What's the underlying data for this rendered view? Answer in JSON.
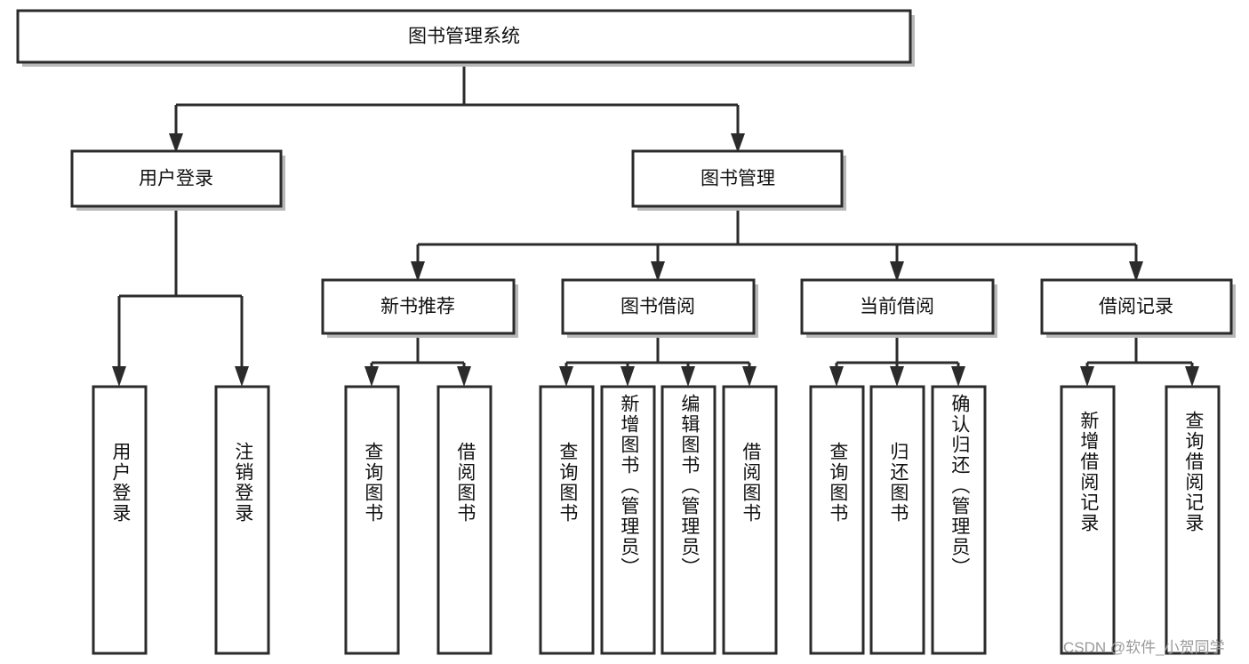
{
  "diagram": {
    "title": "图书管理系统",
    "type": "function-tree",
    "watermark": "CSDN @软件_小贺同学",
    "colors": {
      "box_border": "#2b2b2b",
      "box_fill": "#ffffff",
      "connector": "#2b2b2b",
      "text": "#111111",
      "watermark": "#9a9a9a",
      "background": "#ffffff"
    },
    "root": {
      "id": "root",
      "label": "图书管理系统"
    },
    "level1": [
      {
        "id": "l1-0",
        "label": "用户登录"
      },
      {
        "id": "l1-1",
        "label": "图书管理"
      }
    ],
    "level2": [
      {
        "id": "l2-0",
        "label": "新书推荐",
        "parent": "l1-1"
      },
      {
        "id": "l2-1",
        "label": "图书借阅",
        "parent": "l1-1"
      },
      {
        "id": "l2-2",
        "label": "当前借阅",
        "parent": "l1-1"
      },
      {
        "id": "l2-3",
        "label": "借阅记录",
        "parent": "l1-1"
      }
    ],
    "leaves": [
      {
        "id": "lf-0",
        "label": "用户登录",
        "parent": "l1-0"
      },
      {
        "id": "lf-1",
        "label": "注销登录",
        "parent": "l1-0"
      },
      {
        "id": "lf-2",
        "label": "查询图书",
        "parent": "l2-0"
      },
      {
        "id": "lf-3",
        "label": "借阅图书",
        "parent": "l2-0"
      },
      {
        "id": "lf-4",
        "label": "查询图书",
        "parent": "l2-1"
      },
      {
        "id": "lf-5",
        "label": "新增图书（管理员）",
        "parent": "l2-1"
      },
      {
        "id": "lf-6",
        "label": "编辑图书（管理员）",
        "parent": "l2-1"
      },
      {
        "id": "lf-7",
        "label": "借阅图书",
        "parent": "l2-1"
      },
      {
        "id": "lf-8",
        "label": "查询图书",
        "parent": "l2-2"
      },
      {
        "id": "lf-9",
        "label": "归还图书",
        "parent": "l2-2"
      },
      {
        "id": "lf-10",
        "label": "确认归还（管理员）",
        "parent": "l2-2"
      },
      {
        "id": "lf-11",
        "label": "新增借阅记录",
        "parent": "l2-3"
      },
      {
        "id": "lf-12",
        "label": "查询借阅记录",
        "parent": "l2-3"
      }
    ]
  }
}
